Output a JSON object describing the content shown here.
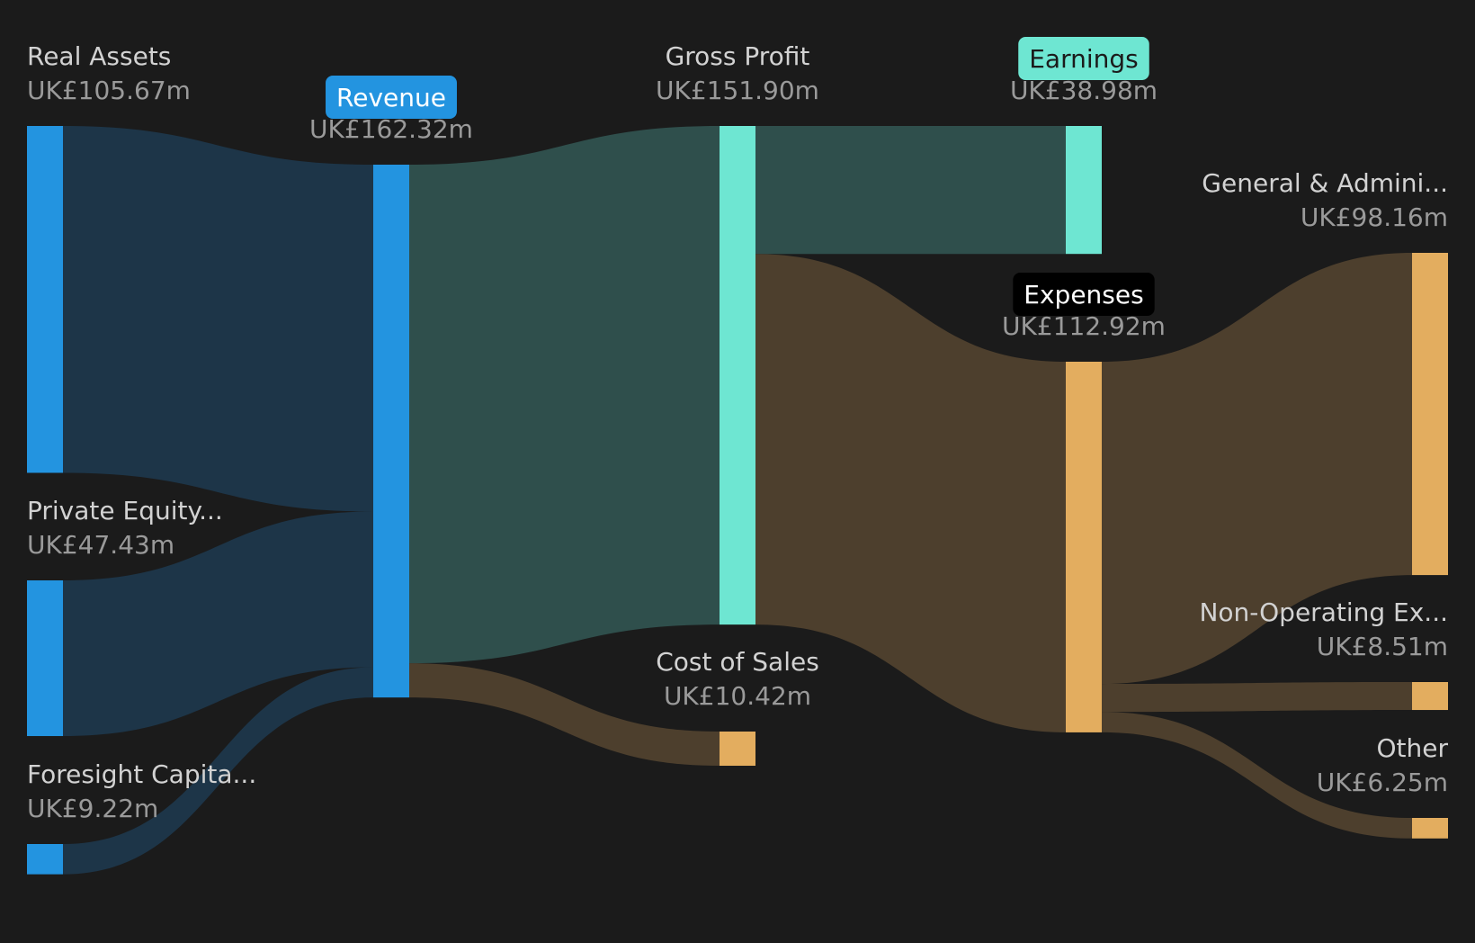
{
  "colors": {
    "background": "#1b1b1b",
    "revenue": "#2394e0",
    "profit": "#6ee6d2",
    "expense": "#e3ad5f",
    "flow_revenue": "#1d3548",
    "flow_profit": "#2f4f4c",
    "flow_expense": "#4d3f2d",
    "badge_expenses_bg": "#000000",
    "badge_text_light": "#ffffff",
    "badge_text_dark": "#1b1b1b"
  },
  "chart_data": {
    "type": "sankey",
    "currency_prefix": "UK£",
    "unit_suffix": "m",
    "nodes": [
      {
        "id": "real_assets",
        "name": "Real Assets",
        "value": 105.67,
        "value_label": "UK£105.67m",
        "kind": "revenue"
      },
      {
        "id": "private_equity",
        "name": "Private Equity...",
        "value": 47.43,
        "value_label": "UK£47.43m",
        "kind": "revenue"
      },
      {
        "id": "foresight",
        "name": "Foresight Capita...",
        "value": 9.22,
        "value_label": "UK£9.22m",
        "kind": "revenue"
      },
      {
        "id": "revenue",
        "name": "Revenue",
        "value": 162.32,
        "value_label": "UK£162.32m",
        "kind": "revenue",
        "badge": true
      },
      {
        "id": "gross_profit",
        "name": "Gross Profit",
        "value": 151.9,
        "value_label": "UK£151.90m",
        "kind": "profit"
      },
      {
        "id": "cost_of_sales",
        "name": "Cost of Sales",
        "value": 10.42,
        "value_label": "UK£10.42m",
        "kind": "expense"
      },
      {
        "id": "earnings",
        "name": "Earnings",
        "value": 38.98,
        "value_label": "UK£38.98m",
        "kind": "profit",
        "badge": true
      },
      {
        "id": "expenses",
        "name": "Expenses",
        "value": 112.92,
        "value_label": "UK£112.92m",
        "kind": "expense",
        "badge": true
      },
      {
        "id": "g_and_a",
        "name": "General & Admini...",
        "value": 98.16,
        "value_label": "UK£98.16m",
        "kind": "expense"
      },
      {
        "id": "non_operating",
        "name": "Non-Operating Ex...",
        "value": 8.51,
        "value_label": "UK£8.51m",
        "kind": "expense"
      },
      {
        "id": "other",
        "name": "Other",
        "value": 6.25,
        "value_label": "UK£6.25m",
        "kind": "expense"
      }
    ],
    "links": [
      {
        "source": "real_assets",
        "target": "revenue",
        "value": 105.67,
        "kind": "revenue"
      },
      {
        "source": "private_equity",
        "target": "revenue",
        "value": 47.43,
        "kind": "revenue"
      },
      {
        "source": "foresight",
        "target": "revenue",
        "value": 9.22,
        "kind": "revenue"
      },
      {
        "source": "revenue",
        "target": "gross_profit",
        "value": 151.9,
        "kind": "profit"
      },
      {
        "source": "revenue",
        "target": "cost_of_sales",
        "value": 10.42,
        "kind": "expense"
      },
      {
        "source": "gross_profit",
        "target": "earnings",
        "value": 38.98,
        "kind": "profit"
      },
      {
        "source": "gross_profit",
        "target": "expenses",
        "value": 112.92,
        "kind": "expense"
      },
      {
        "source": "expenses",
        "target": "g_and_a",
        "value": 98.16,
        "kind": "expense"
      },
      {
        "source": "expenses",
        "target": "non_operating",
        "value": 8.51,
        "kind": "expense"
      },
      {
        "source": "expenses",
        "target": "other",
        "value": 6.25,
        "kind": "expense"
      }
    ]
  }
}
